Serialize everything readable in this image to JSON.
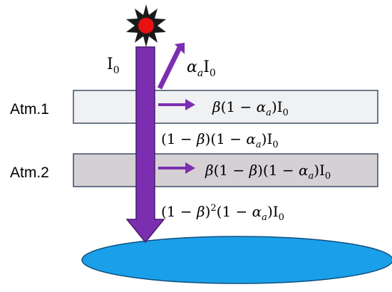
{
  "layers": [
    {
      "label": "Atm.1",
      "fill": "#f0f1f3"
    },
    {
      "label": "Atm.2",
      "fill": "#d4d0d4"
    }
  ],
  "beam": {
    "label": "I",
    "sub": "0",
    "color": "#7b2fb0",
    "outline": "#4a1a70"
  },
  "sun": {
    "color": "#e81010",
    "ray_color": "#1a1a1a"
  },
  "ground": {
    "color": "#1aa0e8"
  },
  "arrow_color": "#7b2fb0",
  "equations": {
    "reflected": "α_a I_0",
    "absorbed_1": "β(1 − α_a) I_0",
    "transmitted_1": "(1 − β)(1 − α_a) I_0",
    "absorbed_2": "β(1 − β)(1 − α_a) I_0",
    "transmitted_2": "(1 − β)^2 (1 − α_a) I_0"
  }
}
